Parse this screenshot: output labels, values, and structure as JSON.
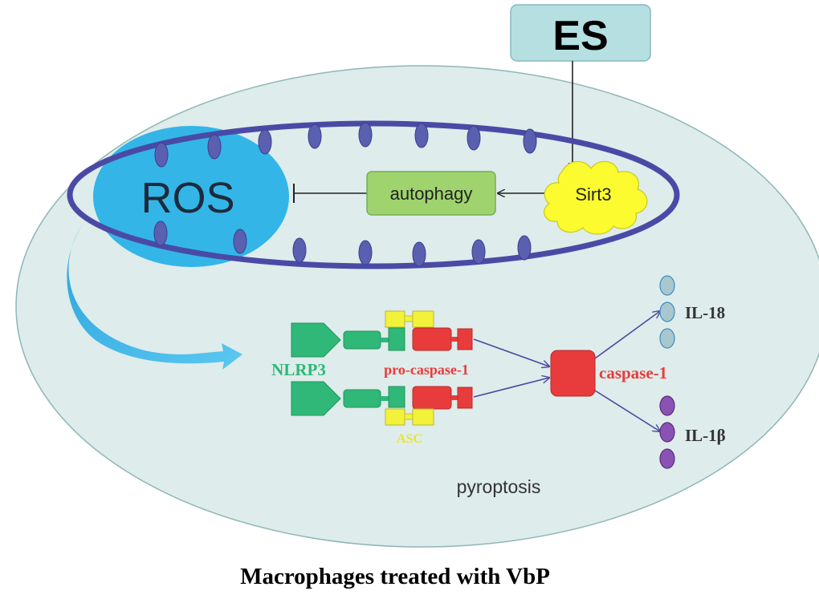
{
  "labels": {
    "es": "ES",
    "ros": "ROS",
    "autophagy": "autophagy",
    "sirt3": "Sirt3",
    "nlrp3": "NLRP3",
    "pro_caspase": "pro-caspase-1",
    "asc": "ASC",
    "caspase": "caspase-1",
    "il18": "IL-18",
    "il1b": "IL-1β",
    "pyroptosis": "pyroptosis",
    "caption": "Macrophages treated with VbP"
  },
  "colors": {
    "cell_fill": "#deeceb",
    "cell_stroke": "#8fb6b6",
    "es_fill": "#b6dfe1",
    "membrane": "#4a4aa6",
    "granule": "#5a5fb0",
    "ros_fill": "#33b5e8",
    "autophagy_fill": "#9ed36e",
    "sirt3_fill": "#fbfb2f",
    "nlrp3_green": "#2fb877",
    "asc_yellow": "#f3f23a",
    "caspase_red": "#e83c3c",
    "il18_fill": "#a9c7cf",
    "il1b_fill": "#8a52b3",
    "arrow_blue": "#4a4aa0"
  }
}
